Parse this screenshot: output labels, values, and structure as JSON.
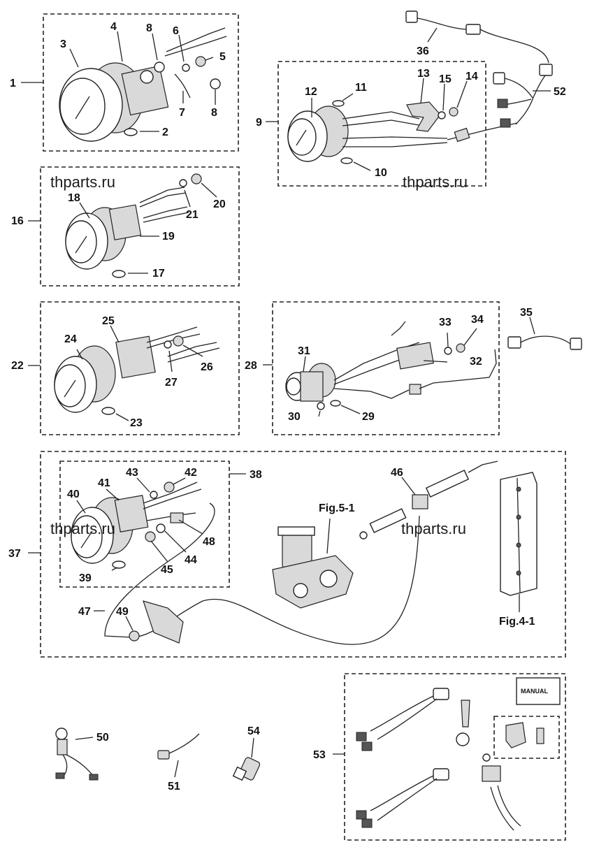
{
  "watermark": "thparts.ru",
  "manual_label": "MANUAL",
  "references": [
    "Fig.5-1",
    "Fig.4-1"
  ],
  "callouts": [
    "1",
    "2",
    "3",
    "4",
    "5",
    "6",
    "7",
    "8",
    "8",
    "9",
    "10",
    "11",
    "12",
    "13",
    "14",
    "15",
    "16",
    "17",
    "18",
    "19",
    "20",
    "21",
    "22",
    "23",
    "24",
    "25",
    "26",
    "27",
    "28",
    "29",
    "30",
    "31",
    "32",
    "33",
    "34",
    "35",
    "36",
    "37",
    "38",
    "39",
    "40",
    "41",
    "42",
    "43",
    "44",
    "45",
    "46",
    "47",
    "48",
    "49",
    "50",
    "51",
    "52",
    "53",
    "54"
  ]
}
